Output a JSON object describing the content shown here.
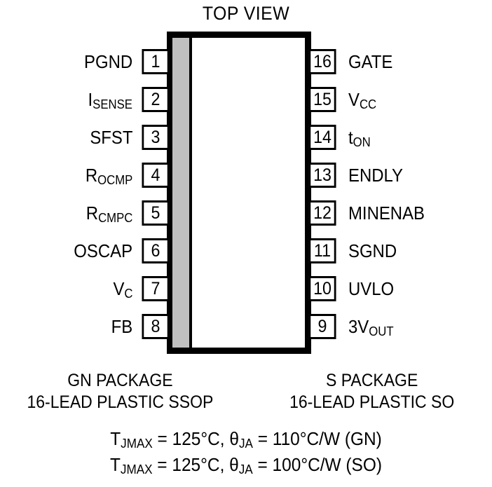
{
  "title": "TOP VIEW",
  "package": {
    "stripe_color": "#C0C0C0",
    "body_color": "#FFFFFF",
    "outline_color": "#000000"
  },
  "pins": {
    "left": [
      {
        "number": "1",
        "label_html": "PGND"
      },
      {
        "number": "2",
        "label_html": "I<sub>SENSE</sub>"
      },
      {
        "number": "3",
        "label_html": "SFST"
      },
      {
        "number": "4",
        "label_html": "R<sub>OCMP</sub>"
      },
      {
        "number": "5",
        "label_html": "R<sub>CMPC</sub>"
      },
      {
        "number": "6",
        "label_html": "OSCAP"
      },
      {
        "number": "7",
        "label_html": "V<sub>C</sub>"
      },
      {
        "number": "8",
        "label_html": "FB"
      }
    ],
    "right": [
      {
        "number": "16",
        "label_html": "GATE"
      },
      {
        "number": "15",
        "label_html": "V<sub>CC</sub>"
      },
      {
        "number": "14",
        "label_html": "t<sub>ON</sub>"
      },
      {
        "number": "13",
        "label_html": "ENDLY"
      },
      {
        "number": "12",
        "label_html": "MINENAB"
      },
      {
        "number": "11",
        "label_html": "SGND"
      },
      {
        "number": "10",
        "label_html": "UVLO"
      },
      {
        "number": "9",
        "label_html": "3V<sub>OUT</sub>"
      }
    ]
  },
  "packages": [
    {
      "name": "GN PACKAGE",
      "description": "16-LEAD PLASTIC SSOP"
    },
    {
      "name": "S PACKAGE",
      "description": "16-LEAD PLASTIC SO"
    }
  ],
  "thermal": [
    "T<sub>JMAX</sub> = 125&deg;C, &theta;<sub>JA</sub> = 110&deg;C/W (GN)",
    "T<sub>JMAX</sub> = 125&deg;C, &theta;<sub>JA</sub> = 100&deg;C/W (SO)"
  ]
}
